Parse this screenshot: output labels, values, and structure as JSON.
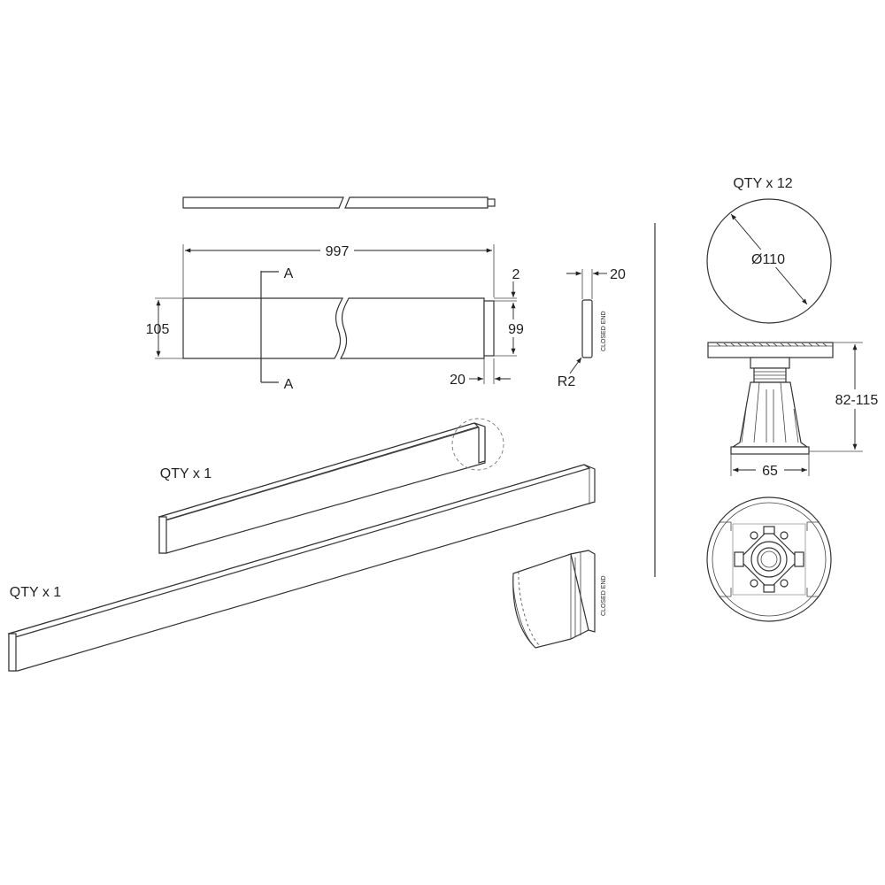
{
  "panel": {
    "length": "997",
    "height": "105",
    "lip_height": "99",
    "lip_offset": "2",
    "lip_width": "20",
    "section_label_top": "A",
    "section_label_bottom": "A",
    "qty_long": "QTY x 1",
    "qty_short": "QTY x 1"
  },
  "end_cap": {
    "thickness": "20",
    "radius": "R2",
    "label": "CLOSED END",
    "detail_label": "CLOSED END"
  },
  "leg": {
    "qty": "QTY x 12",
    "diameter": "Ø110",
    "height_range": "82-115",
    "base_width": "65"
  }
}
